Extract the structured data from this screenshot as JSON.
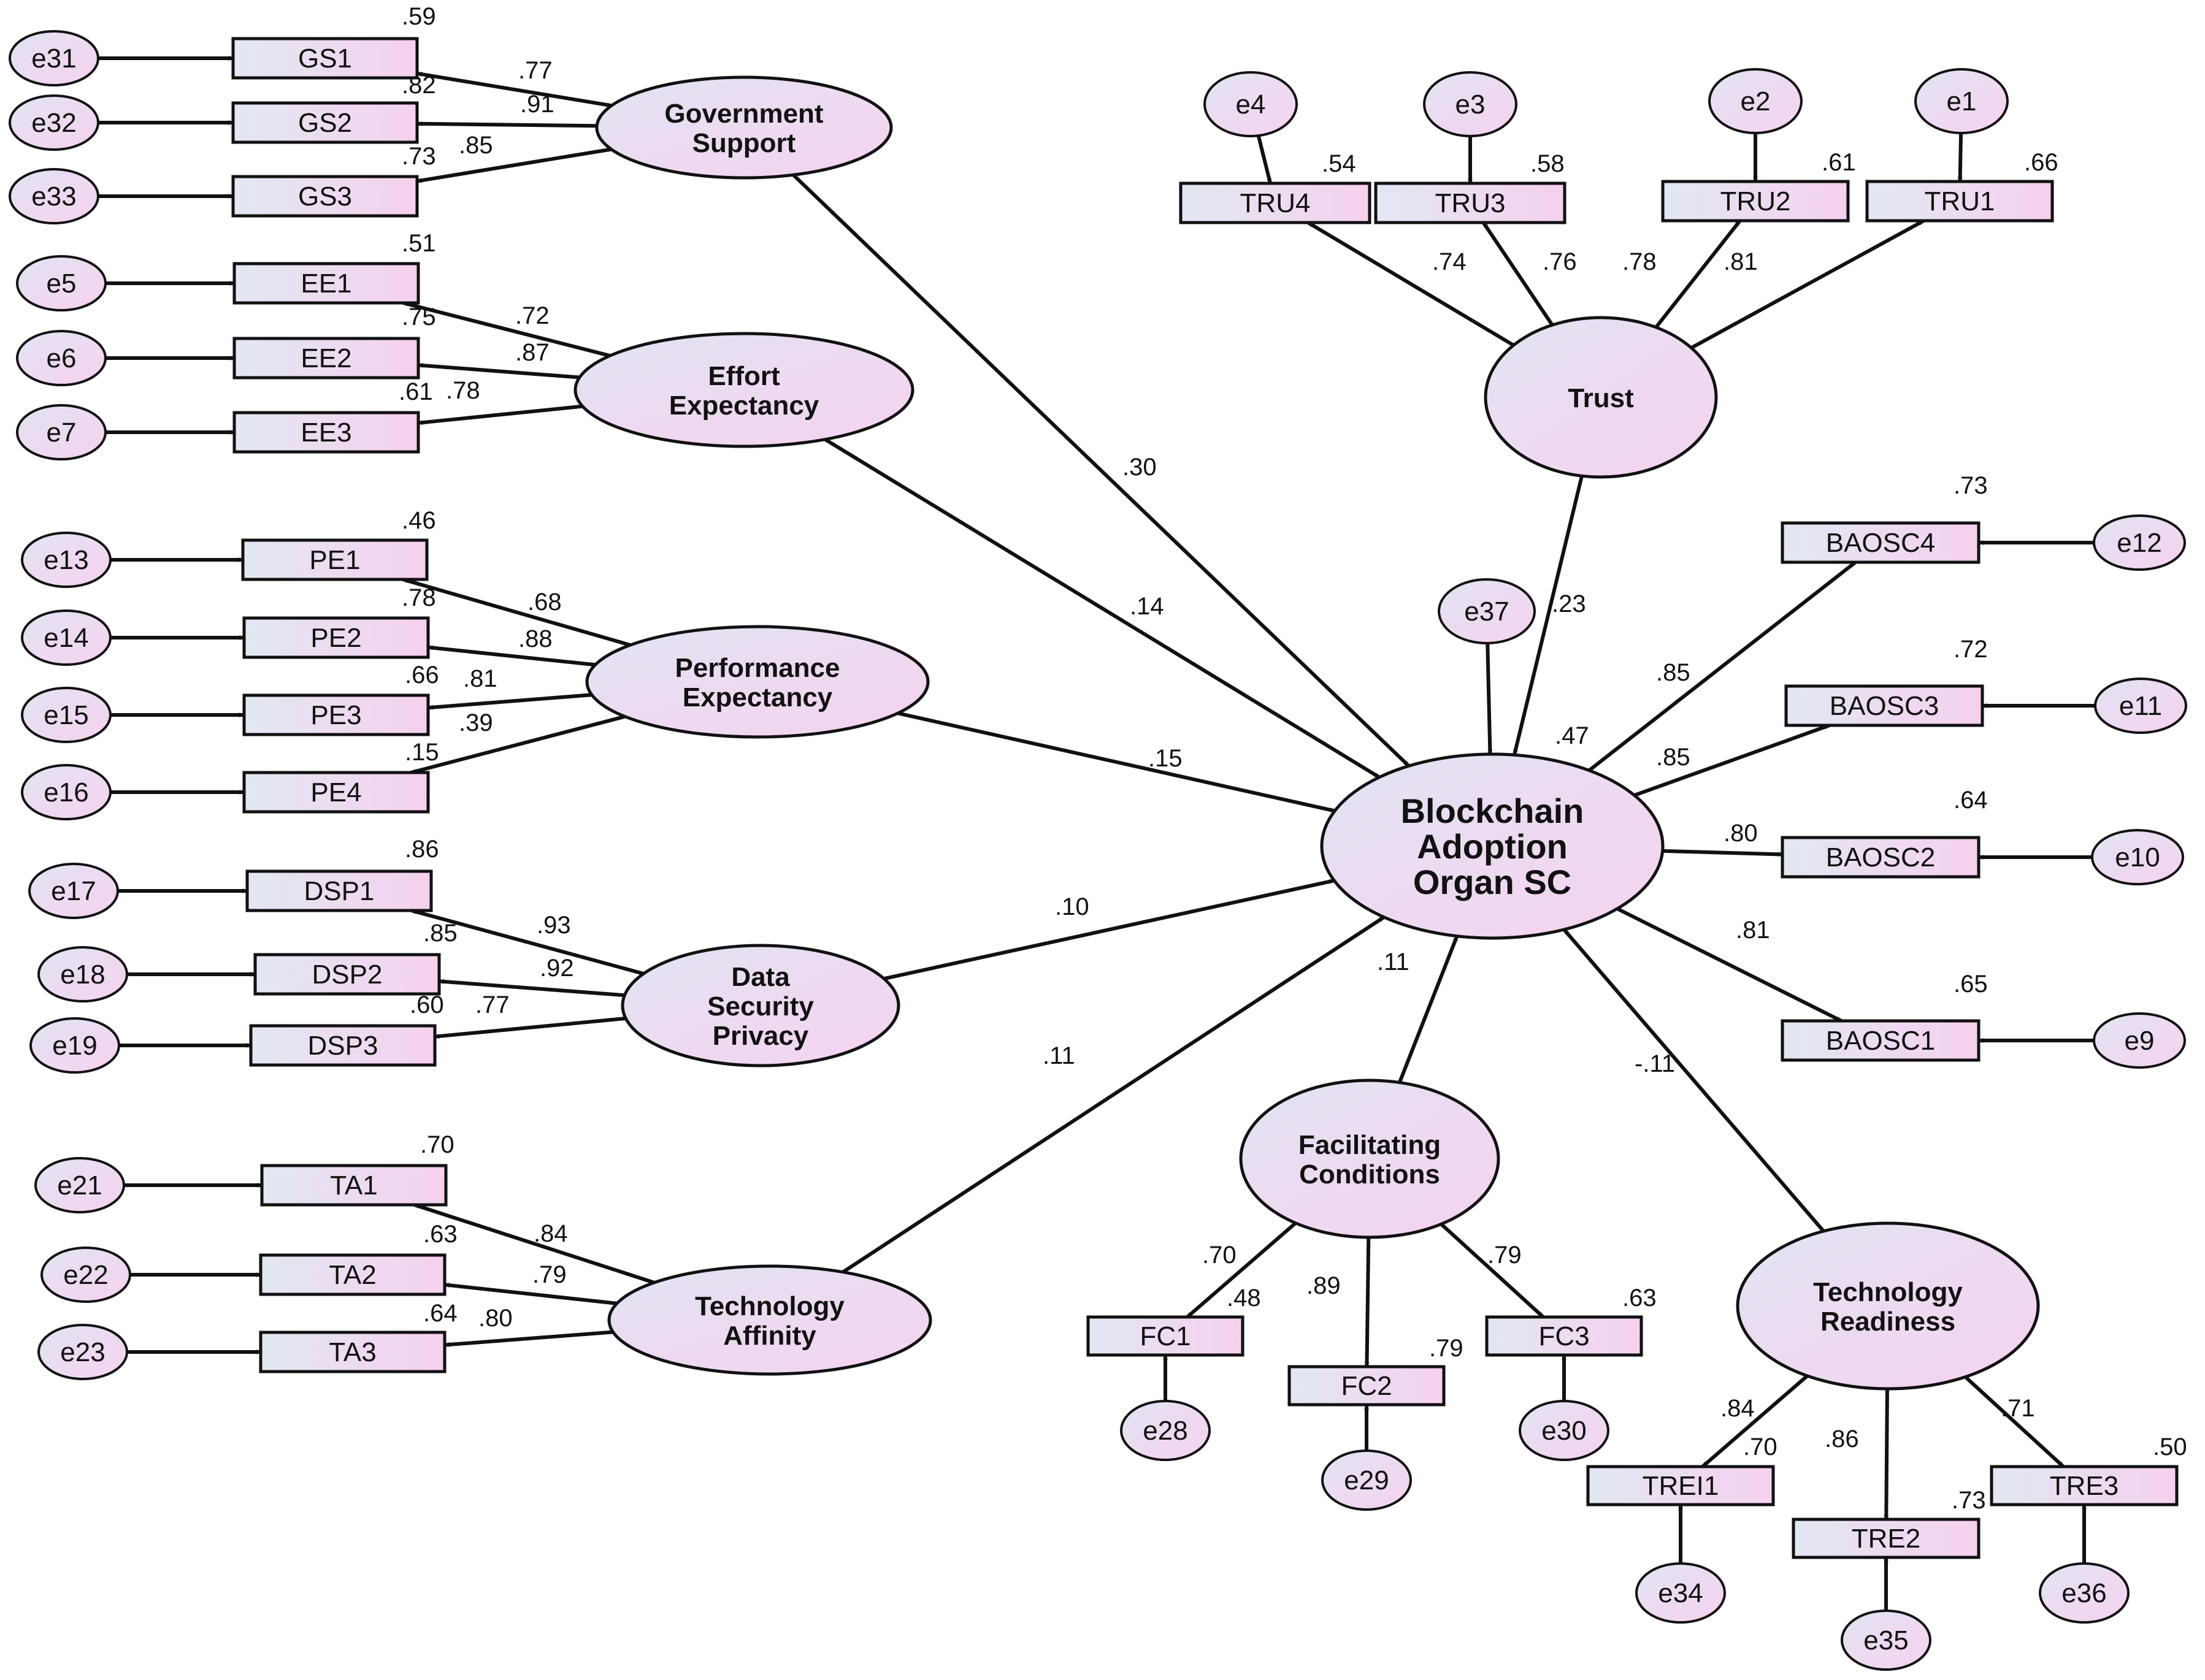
{
  "latents": {
    "gs": [
      "Government",
      "Support"
    ],
    "ee": [
      "Effort",
      "Expectancy"
    ],
    "pe": [
      "Performance",
      "Expectancy"
    ],
    "dsp": [
      "Data",
      "Security",
      "Privacy"
    ],
    "ta": [
      "Technology",
      "Affinity"
    ],
    "trust": [
      "Trust"
    ],
    "bao": [
      "Blockchain",
      "Adoption",
      "Organ SC"
    ],
    "fc": [
      "Facilitating",
      "Conditions"
    ],
    "tr": [
      "Technology",
      "Readiness"
    ]
  },
  "indicators": {
    "GS1": "GS1",
    "GS2": "GS2",
    "GS3": "GS3",
    "EE1": "EE1",
    "EE2": "EE2",
    "EE3": "EE3",
    "PE1": "PE1",
    "PE2": "PE2",
    "PE3": "PE3",
    "PE4": "PE4",
    "DSP1": "DSP1",
    "DSP2": "DSP2",
    "DSP3": "DSP3",
    "TA1": "TA1",
    "TA2": "TA2",
    "TA3": "TA3",
    "TRU4": "TRU4",
    "TRU3": "TRU3",
    "TRU2": "TRU2",
    "TRU1": "TRU1",
    "BAOSC4": "BAOSC4",
    "BAOSC3": "BAOSC3",
    "BAOSC2": "BAOSC2",
    "BAOSC1": "BAOSC1",
    "FC1": "FC1",
    "FC2": "FC2",
    "FC3": "FC3",
    "TREI1": "TREI1",
    "TRE2": "TRE2",
    "TRE3": "TRE3"
  },
  "errors": {
    "e31": "e31",
    "e32": "e32",
    "e33": "e33",
    "e5": "e5",
    "e6": "e6",
    "e7": "e7",
    "e13": "e13",
    "e14": "e14",
    "e15": "e15",
    "e16": "e16",
    "e17": "e17",
    "e18": "e18",
    "e19": "e19",
    "e21": "e21",
    "e22": "e22",
    "e23": "e23",
    "e4": "e4",
    "e3": "e3",
    "e2": "e2",
    "e1": "e1",
    "e12": "e12",
    "e11": "e11",
    "e10": "e10",
    "e9": "e9",
    "e37": "e37",
    "e28": "e28",
    "e29": "e29",
    "e30": "e30",
    "e34": "e34",
    "e35": "e35",
    "e36": "e36"
  },
  "r2": {
    "GS1": ".59",
    "GS2": ".82",
    "GS3": ".73",
    "EE1": ".51",
    "EE2": ".75",
    "EE3": ".61",
    "PE1": ".46",
    "PE2": ".78",
    "PE3": ".66",
    "PE4": ".15",
    "DSP1": ".86",
    "DSP2": ".85",
    "DSP3": ".60",
    "TA1": ".70",
    "TA2": ".63",
    "TA3": ".64",
    "TRU4": ".54",
    "TRU3": ".58",
    "TRU2": ".61",
    "TRU1": ".66",
    "BAOSC4": ".73",
    "BAOSC3": ".72",
    "BAOSC2": ".64",
    "BAOSC1": ".65",
    "BAO": ".47",
    "FC1": ".48",
    "FC2": ".79",
    "FC3": ".63",
    "TREI1": ".70",
    "TRE2": ".73",
    "TRE3": ".50"
  },
  "loadings": {
    "GS1": ".77",
    "GS2": ".91",
    "GS3": ".85",
    "EE1": ".72",
    "EE2": ".87",
    "EE3": ".78",
    "PE1": ".68",
    "PE2": ".88",
    "PE3": ".81",
    "PE4": ".39",
    "DSP1": ".93",
    "DSP2": ".92",
    "DSP3": ".77",
    "TA1": ".84",
    "TA2": ".79",
    "TA3": ".80",
    "TRU4": ".74",
    "TRU3": ".76",
    "TRU2": ".78",
    "TRU1": ".81",
    "BAOSC4": ".85",
    "BAOSC3": ".85",
    "BAOSC2": ".80",
    "BAOSC1": ".81",
    "FC1": ".70",
    "FC2": ".89",
    "FC3": ".79",
    "TREI1": ".84",
    "TRE2": ".86",
    "TRE3": ".71"
  },
  "paths": {
    "gs": ".30",
    "ee": ".14",
    "pe": ".15",
    "dsp": ".10",
    "ta": ".11",
    "trust": ".23",
    "fc": ".11",
    "tr": "-.11"
  },
  "colors": {
    "ellipse_light": "#e6e4f2",
    "ellipse_pink": "#f3d4ef",
    "box_light": "#e4e8f2",
    "box_pink": "#f4d2ee",
    "stroke": "#111111"
  }
}
